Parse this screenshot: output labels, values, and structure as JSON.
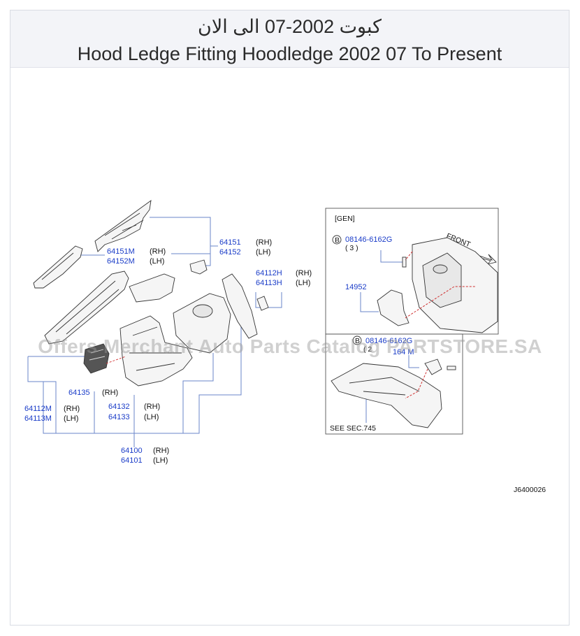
{
  "header": {
    "title_ar": "كبوت 2002-07 الى الان",
    "title_en": "Hood Ledge Fitting Hoodledge 2002 07 To Present"
  },
  "diagram": {
    "callouts": [
      {
        "part": "64151M",
        "side": "(RH)"
      },
      {
        "part": "64152M",
        "side": "(LH)"
      },
      {
        "part": "64151",
        "side": "(RH)"
      },
      {
        "part": "64152",
        "side": "(LH)"
      },
      {
        "part": "64112H",
        "side": "(RH)"
      },
      {
        "part": "64113H",
        "side": "(LH)"
      },
      {
        "part": "64135",
        "side": "(RH)"
      },
      {
        "part": "64112M",
        "side": "(RH)"
      },
      {
        "part": "64113M",
        "side": "(LH)"
      },
      {
        "part": "64132",
        "side": "(RH)"
      },
      {
        "part": "64133",
        "side": "(LH)"
      },
      {
        "part": "64100",
        "side": "(RH)"
      },
      {
        "part": "64101",
        "side": "(LH)"
      }
    ],
    "inset_top": {
      "label": "[GEN]",
      "bolt_marker": "B",
      "bolt_part": "08146-6162G",
      "bolt_qty": "( 3 )",
      "bracket_part": "14952",
      "front_label": "FRONT"
    },
    "inset_bottom": {
      "bolt_marker": "B",
      "bolt_part": "08146-6162G",
      "bolt_qty": "( 2",
      "bracket_part": "164 M",
      "see_label": "SEE   SEC.745"
    },
    "drawing_code": "J6400026"
  },
  "watermark": "Offers Merchant Auto Parts Catalog PARTSTORE.SA"
}
